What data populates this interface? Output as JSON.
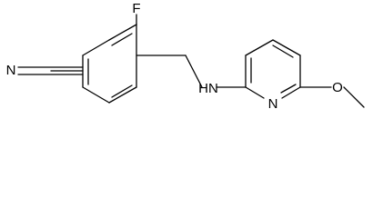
{
  "molecule": {
    "atoms": {
      "fluorine": "F",
      "nitrile_nitrogen": "N",
      "amine": "HN",
      "pyridine_nitrogen": "N",
      "methoxy_oxygen": "O"
    }
  }
}
